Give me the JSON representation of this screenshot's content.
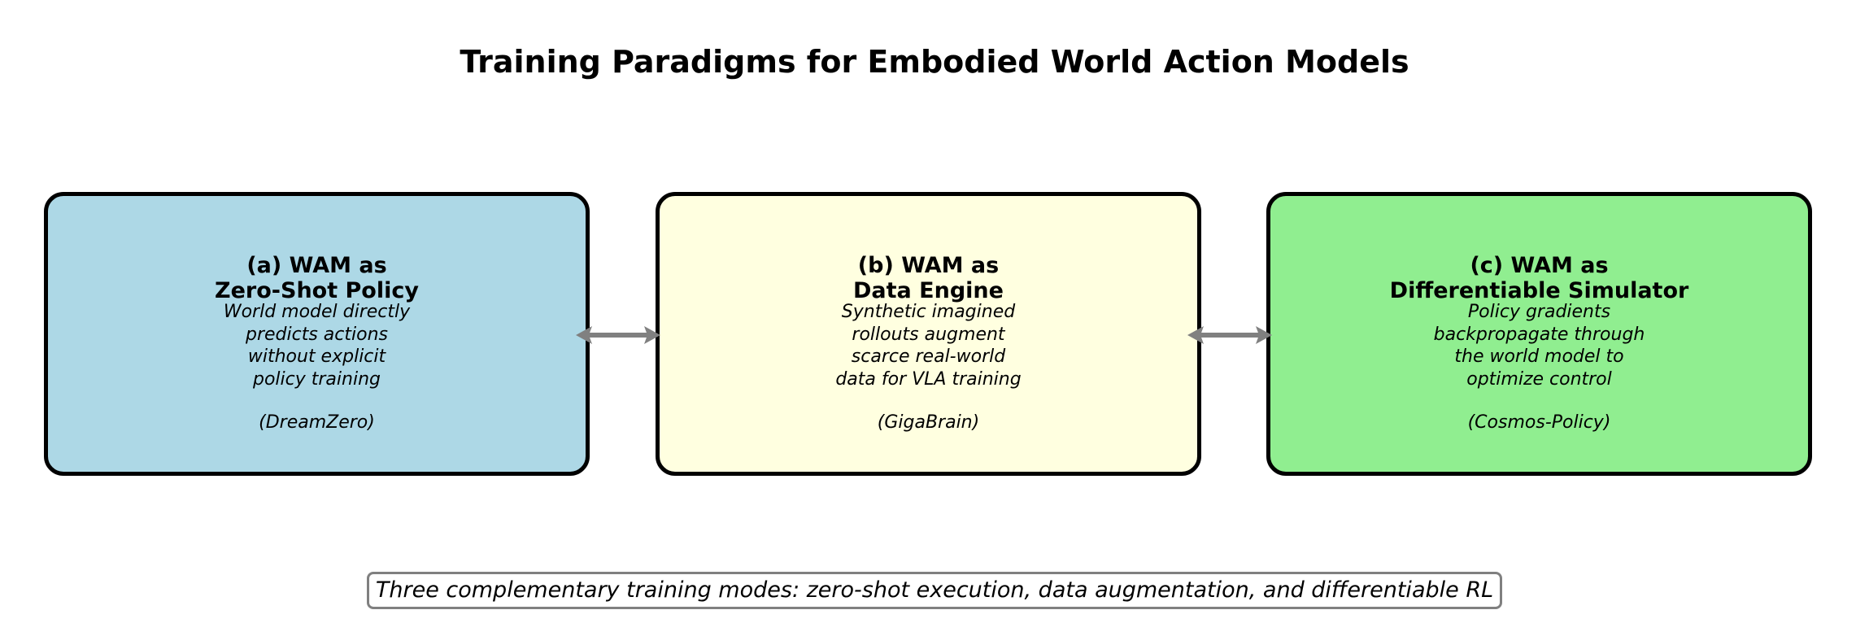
{
  "title": "Training Paradigms for Embodied World Action Models",
  "colors": {
    "box_a_fill": "#ADD8E6",
    "box_b_fill": "#FFFFE0",
    "box_c_fill": "#90EE90",
    "border": "#000000",
    "arrow": "#808080",
    "caption_border": "#808080"
  },
  "boxes": [
    {
      "heading": [
        "(a) WAM as",
        "Zero-Shot Policy"
      ],
      "description": [
        "World model directly",
        "predicts actions",
        "without explicit",
        "policy training"
      ],
      "reference": "(DreamZero)"
    },
    {
      "heading": [
        "(b) WAM as",
        "Data Engine"
      ],
      "description": [
        "Synthetic imagined",
        "rollouts augment",
        "scarce real-world",
        "data for VLA training"
      ],
      "reference": "(GigaBrain)"
    },
    {
      "heading": [
        "(c) WAM as",
        "Differentiable Simulator"
      ],
      "description": [
        "Policy gradients",
        "backpropagate through",
        "the world model to",
        "optimize control"
      ],
      "reference": "(Cosmos-Policy)"
    }
  ],
  "connectors": [
    {
      "from": 0,
      "to": 1,
      "direction": "bidirectional"
    },
    {
      "from": 1,
      "to": 2,
      "direction": "bidirectional"
    }
  ],
  "caption": "Three complementary training modes: zero-shot execution, data augmentation, and differentiable RL"
}
